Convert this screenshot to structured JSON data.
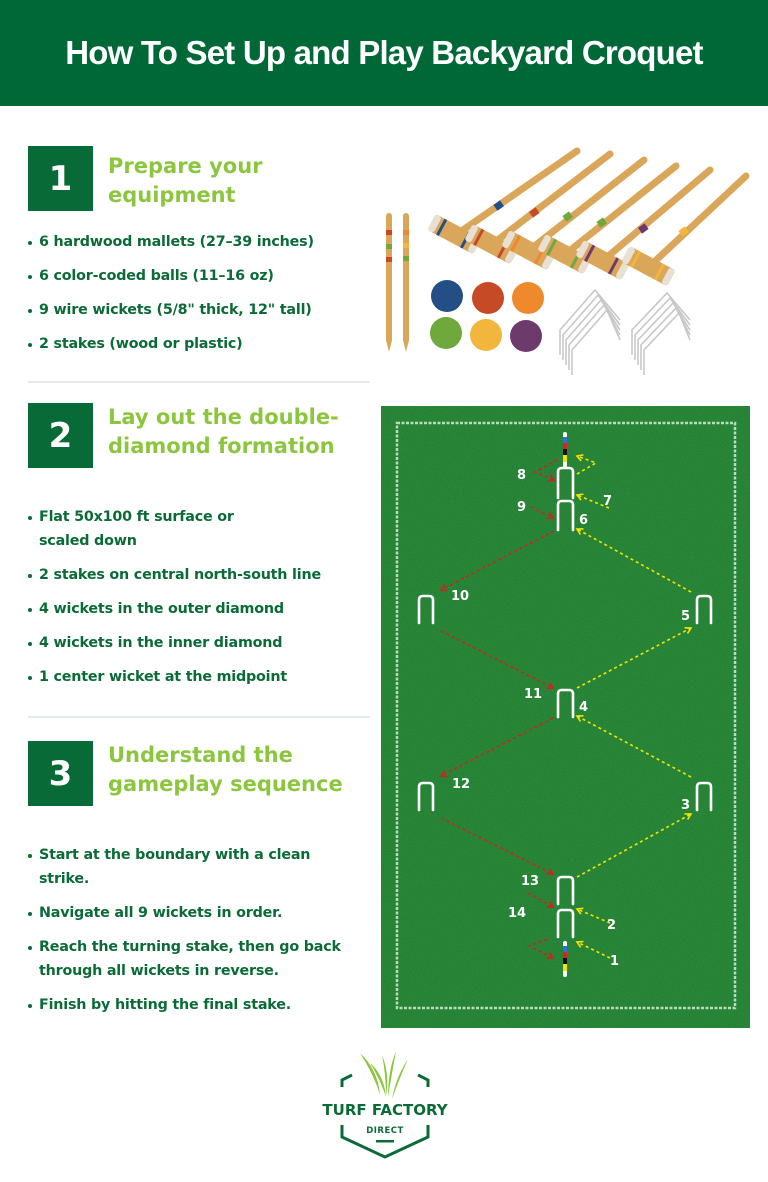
{
  "header": {
    "title": "How To Set Up and Play Backyard Croquet"
  },
  "colors": {
    "header_bg": "#006837",
    "number_box": "#086a36",
    "section_title": "#8cc63f",
    "bullet_text": "#0b6b37",
    "field_grass": "#1a7a2a",
    "route_outbound": "#f2e600",
    "route_return": "#d3201f"
  },
  "sections": [
    {
      "number": "1",
      "title": "Prepare your equipment",
      "bullets": [
        "6 hardwood mallets (27–39 inches)",
        "6 color-coded balls (11–16 oz)",
        "9 wire wickets (5/8\" thick, 12\" tall)",
        "2 stakes (wood or plastic)"
      ]
    },
    {
      "number": "2",
      "title": "Lay out the double-diamond formation",
      "bullets": [
        "Flat 50x100 ft surface or scaled down",
        "2 stakes on central north-south line",
        "4 wickets in the outer diamond",
        "4 wickets in the inner diamond",
        "1 center wicket at the midpoint"
      ]
    },
    {
      "number": "3",
      "title": "Understand the gameplay sequence",
      "bullets": [
        "Start at the boundary with a clean strike.",
        "Navigate all 9 wickets in order.",
        "Reach the turning stake, then go back through all wickets in reverse.",
        "Finish by hitting the final stake."
      ]
    }
  ],
  "equipment": {
    "mallet_colors": [
      "#244f86",
      "#c64a26",
      "#ef8a2c",
      "#6fa83d",
      "#6e3a6c",
      "#f2b63c"
    ],
    "ball_colors": [
      "#244f86",
      "#c64a26",
      "#ef8a2c",
      "#6fa83d",
      "#f2b63c",
      "#6e3a6c"
    ],
    "stake_count": 2,
    "wicket_stacks": 2
  },
  "field": {
    "stake_stripes": [
      "#2f6fe0",
      "#e01f1f",
      "#111111",
      "#f6e400"
    ],
    "labels": {
      "w1": "1",
      "w2": "2",
      "w3": "3",
      "w4": "4",
      "w5": "5",
      "w6": "6",
      "w7": "7",
      "w8": "8",
      "w9": "9",
      "w10": "10",
      "w11": "11",
      "w12": "12",
      "w13": "13",
      "w14": "14"
    }
  },
  "logo": {
    "line1": "TURF FACTORY",
    "line2": "DIRECT"
  }
}
